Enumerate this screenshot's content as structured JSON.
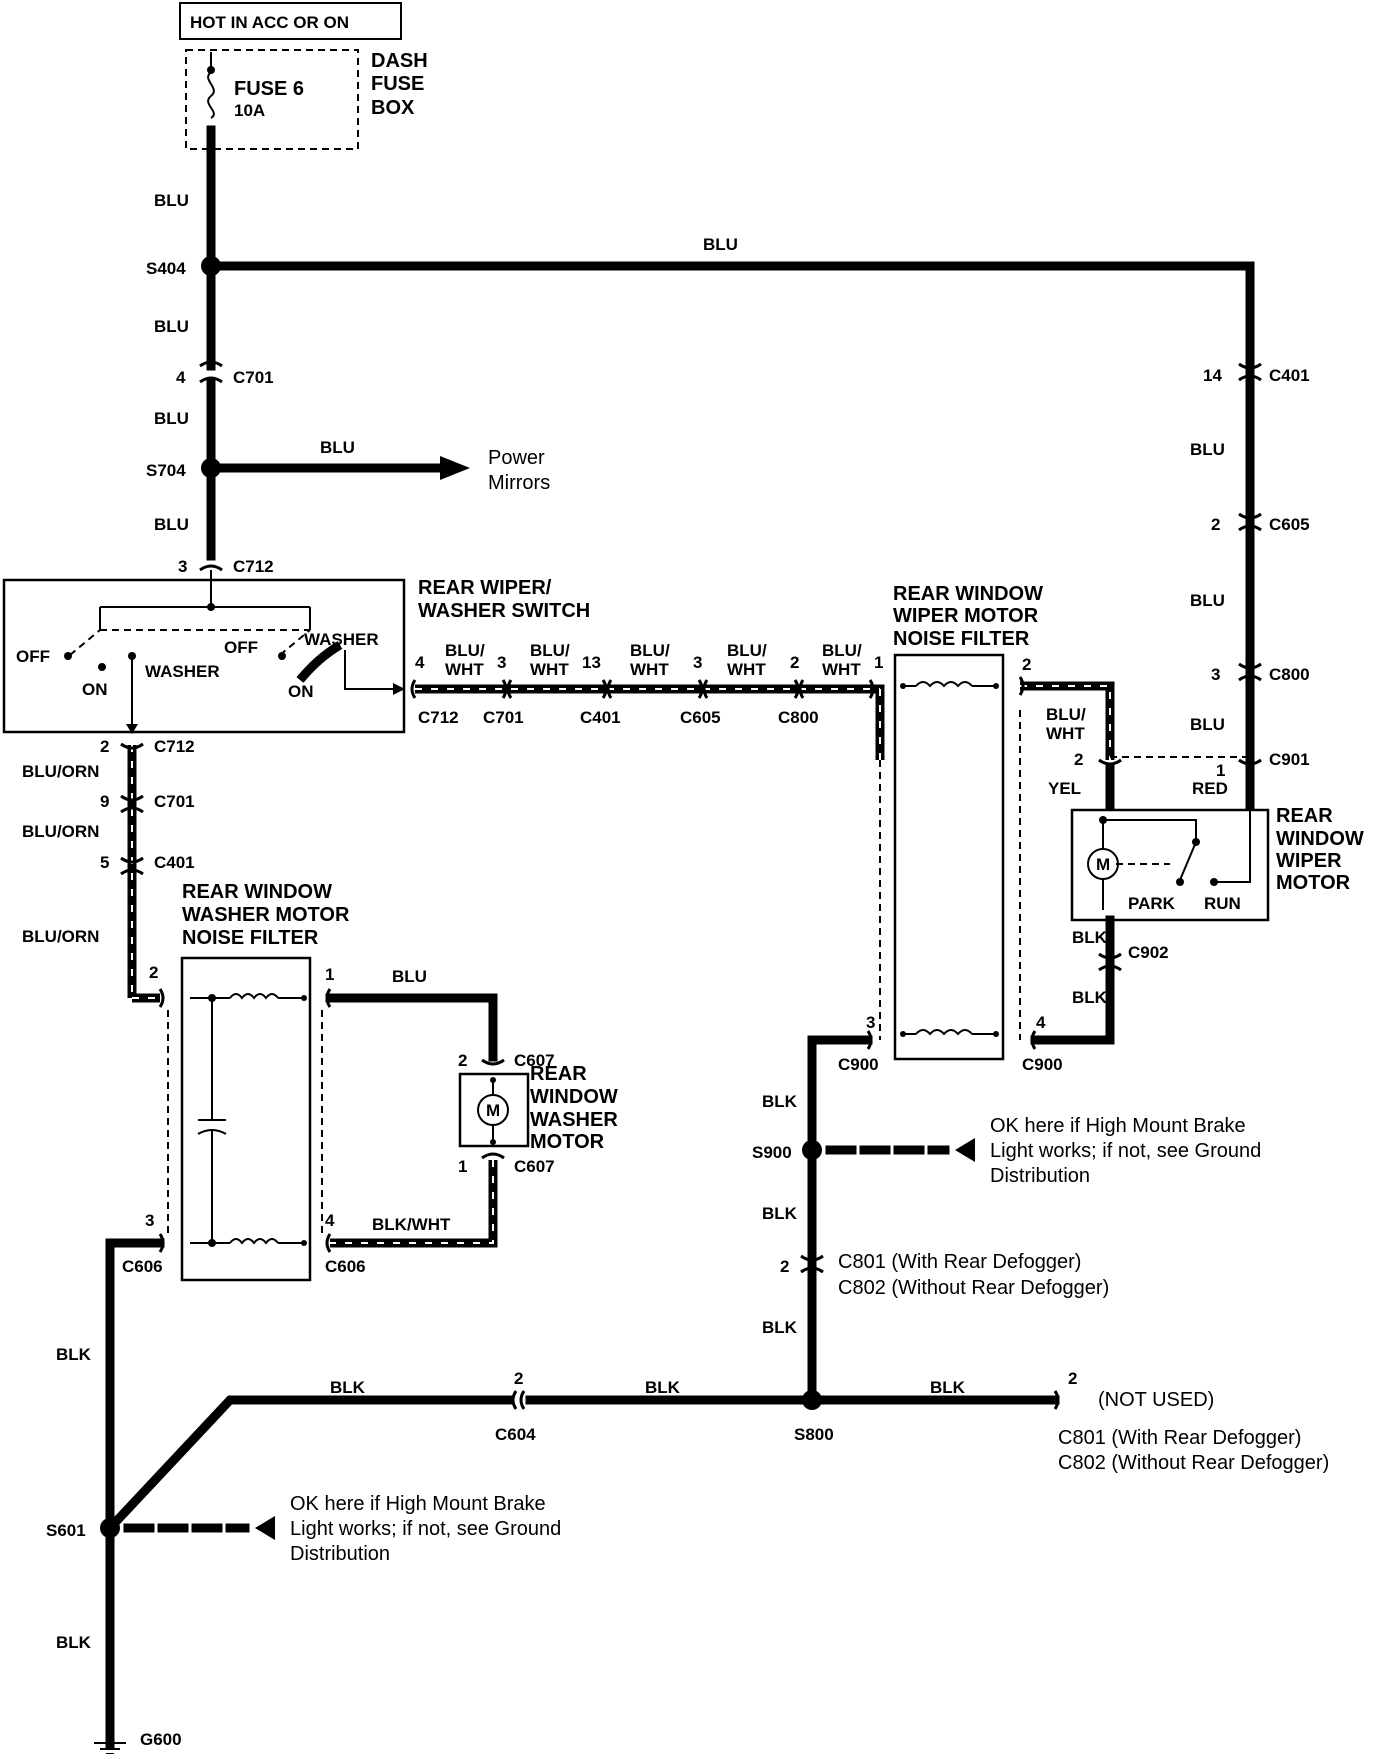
{
  "source": {
    "label": "HOT IN ACC OR ON",
    "fuse_name": "FUSE 6",
    "fuse_rating": "10A",
    "box_line1": "DASH",
    "box_line2": "FUSE",
    "box_line3": "BOX"
  },
  "splices": {
    "s404": "S404",
    "s704": "S704",
    "s900": "S900",
    "s800": "S800",
    "s601": "S601"
  },
  "ground": {
    "g600": "G600"
  },
  "connectors": {
    "c701": "C701",
    "c712": "C712",
    "c401": "C401",
    "c605": "C605",
    "c800": "C800",
    "c901": "C901",
    "c902": "C902",
    "c900": "C900",
    "c606": "C606",
    "c607": "C607",
    "c604": "C604",
    "c801_with": "C801 (With Rear Defogger)",
    "c802_without": "C802 (Without Rear Defogger)"
  },
  "pins": {
    "p1": "1",
    "p2": "2",
    "p3": "3",
    "p4": "4",
    "p5": "5",
    "p9": "9",
    "p13": "13",
    "p14": "14"
  },
  "wire_colors": {
    "blu": "BLU",
    "blu_wht_top": "BLU/",
    "blu_wht_bottom": "WHT",
    "blu_orn": "BLU/ORN",
    "blk": "BLK",
    "blk_wht": "BLK/WHT",
    "yel": "YEL",
    "red": "RED"
  },
  "switch": {
    "title1": "REAR WIPER/",
    "title2": "WASHER SWITCH",
    "off": "OFF",
    "on": "ON",
    "washer": "WASHER"
  },
  "wiper_filter": {
    "title1": "REAR WINDOW",
    "title2": "WIPER MOTOR",
    "title3": "NOISE FILTER"
  },
  "washer_filter": {
    "title1": "REAR WINDOW",
    "title2": "WASHER MOTOR",
    "title3": "NOISE FILTER"
  },
  "wiper_motor": {
    "title1": "REAR",
    "title2": "WINDOW",
    "title3": "WIPER",
    "title4": "MOTOR",
    "park": "PARK",
    "run": "RUN",
    "m": "M"
  },
  "washer_motor": {
    "title1": "REAR",
    "title2": "WINDOW",
    "title3": "WASHER",
    "title4": "MOTOR",
    "m": "M"
  },
  "power_mirrors": {
    "line1": "Power",
    "line2": "Mirrors"
  },
  "ground_note": {
    "line1": "OK here if High Mount Brake",
    "line2": "Light works; if not, see Ground",
    "line3": "Distribution"
  },
  "not_used": "(NOT USED)"
}
